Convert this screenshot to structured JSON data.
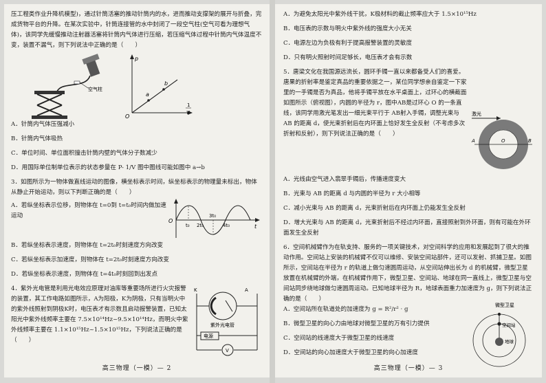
{
  "left_page": {
    "q2_stem_cont": "压工程类作业升降机模型)，通过针筒活塞的推动针筒内的水，进而推动支撑架的展开与折叠，完成货物平台的升降。在某次实验中，针筒连接管的水中封闭了一段空气柱(空气可看为理想气体)，该同学先缓慢推动注射器活塞将针筒内气体进行压缩，若压缩气体过程中针筒内气体温度不变，装置不漏气，则下列说法中正确的是（　　）",
    "q2_fig": {
      "label_air": "空气柱",
      "p": "p",
      "o": "O",
      "a": "a",
      "b": "b",
      "one": "1",
      "v": "V"
    },
    "q2_options": [
      "A．针筒内气体压强减小",
      "B．针筒内气体吸热",
      "C．单位时间、单位面积撞击针筒内壁的气体分子数减少",
      "D．用国际单位制单位表示的状态参量在 P- 1/V 图中图线可能如图中 a→b"
    ],
    "q3_stem": "3．如图所示为一物体做直线运动的图像，横坐标表示时间，纵坐标表示的物理量未标出，物体从静止开始运动，则以下判断正确的是（　　）",
    "q3_fig": {
      "o": "O",
      "t": "t",
      "t0": "t₀",
      "t2": "2t₀",
      "t3": "3t₀",
      "t4": "4t₀"
    },
    "q3_options": [
      "A．若纵坐标表示位移，则物体在 t=0到 t=t₀时间内做加速运动",
      "B．若纵坐标表示速度，则物体在 t=2t₀时刻速度方向改变",
      "C．若纵坐标表示加速度，则物体在 t=2t₀时刻速度方向改变",
      "D．若纵坐标表示速度，则物体在 t=4t₀时刻回到出发点"
    ],
    "q4_stem": "4．紫外光电管是利用光电效应原理对油库等重要场所进行火灾报警的装置，其工作电路如图所示，A为阳极，K为阴极，只有当明火中的紫外线照射到阴极K时，电压表才有示数且启动报警装置，已知太阳光中紫外线频率主要在 7.5×10¹⁴Hz~9.5×10¹⁴Hz，而明火中紫外线频率主要在 1.1×10¹⁵Hz~1.5×10¹⁵Hz，下列说法正确的是（　　）",
    "q4_fig": {
      "k": "K",
      "a": "A",
      "tube": "紫外光电管",
      "source": "电源",
      "v": "V"
    },
    "footer": "高三物理（一模）— 2"
  },
  "right_page": {
    "q4_options": [
      "A．为避免太阳光中紫外线干扰，K极材料的截止频率应大于 1.5×10¹⁵Hz",
      "B．电压表的示数与明火中紫外线的强度大小无关",
      "C．电源左边为负极有利于提高报警装置的灵敏度",
      "D．只有明火照射时间足够长，电压表才会有示数"
    ],
    "q5_stem": "5．唐梁文化在我国源远流长，圆环手镯一直以来都备受人们的喜爱。唐果的折射率是鉴定真品的重要依据之一，某位同学想亲自鉴定一下家里的一手镯是否为真品，他将手镯平放在水平桌面上，过环心的横截面如图所示（俯视图），内圆的半径为 r，图中AB是过环心 O 的一条直线，该同学用激光笔发出一细光束平行于 AB射入手镯，调整光束与 AB 的距离 d，使光束折射后在内环面上恰好发生全反射（不考虑多次折射和反射），则下列说法正确的是（　　）",
    "q5_fig": {
      "light": "激光",
      "a": "A",
      "o": "O",
      "b": "B"
    },
    "q5_options": [
      "A．光线由空气进入翡翠手镯后，传播速度变大",
      "B．光束与 AB 的距离 d 与内圆的半径为 r 大小相等",
      "C．减小光束与 AB 的距离 d，光束折射后在内环面上仍能发生全反射",
      "D．增大光束与 AB 的距离 d，光束折射后不经过内环面，直接照射到外环面，则有可能在外环面发生全反射"
    ],
    "q6_stem": "6．空间机械臂作为在轨支持、服务的一项关键技术，对空间科学的应用和发展起到了很大的推动作用。空间站上安装的机械臂不仅可以维修、安装空间站部件，还可以发射、抓捕卫星。如图所示，空间站在半径为 r 的轨道上做匀速圆周运动，从空间站伸出长为 d 的机械臂，微型卫星放置在机械臂的外端，在机械臂作用下，微型卫星、空间站、地球在同一直线上，微型卫星与空间站同步绕地球做匀速圆周运动。已知地球半径为 R，地球表面重力加速度为 g，则下列说法正确的是（　　）",
    "q6_fig": {
      "sat": "微型卫星",
      "station": "空间站",
      "earth": "地球"
    },
    "q6_options": [
      "A．空间站所在轨道处的加速度为 g = R²/r² · g",
      "B．微型卫星的向心力由地球对微型卫星的万有引力提供",
      "C．空间站的线速度大于微型卫星的线速度",
      "D．空间站的向心加速度大于微型卫星的向心加速度"
    ],
    "footer": "高三物理（一模）— 3"
  },
  "colors": {
    "paper": "#f2f1ec",
    "ink": "#1e1e1e",
    "ring": "#7a7a7a"
  }
}
